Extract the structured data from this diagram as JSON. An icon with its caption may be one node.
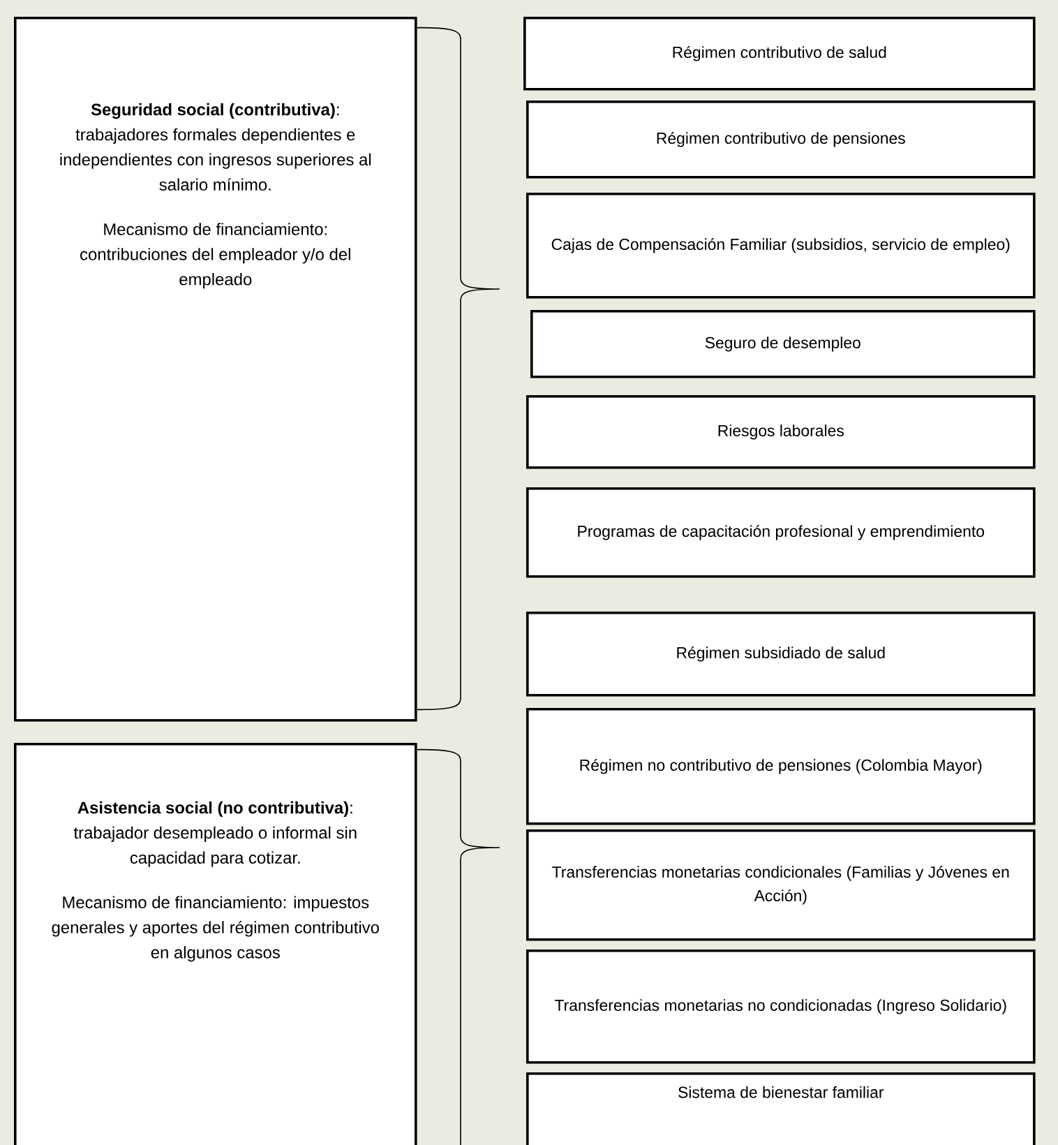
{
  "diagram": {
    "nodes": [
      {
        "text": [
          "**Seguridad social (contributiva)**: trabajadores formales dependientes e independientes con ingresos superiores al salario mínimo.",
          "Mecanismo de financiamiento: contribuciones del empleador y/o del empleado"
        ]
      },
      {
        "text": [
          "**Asistencia social (no contributiva)**: trabajador desempleado o informal sin capacidad para cotizar.",
          "Mecanismo de financiamiento: impuestos generales y aportes del régimen contributivo en algunos casos"
        ]
      },
      {
        "text": [
          "Régimen contributivo de salud"
        ]
      },
      {
        "text": [
          "Régimen contributivo de pensiones"
        ]
      },
      {
        "text": [
          "Cajas de Compensación Familiar (subsidios, servicio de empleo)"
        ]
      },
      {
        "text": [
          "Seguro de desempleo"
        ]
      },
      {
        "text": [
          "Riesgos laborales"
        ]
      },
      {
        "text": [
          "Programas de capacitación profesional y emprendimiento"
        ]
      },
      {
        "text": [
          "Régimen subsidiado de salud"
        ]
      },
      {
        "text": [
          "Régimen no contributivo de pensiones (Colombia Mayor)"
        ]
      },
      {
        "text": [
          "Transferencias monetarias condicionales (Familias y Jóvenes en Acción)"
        ]
      },
      {
        "text": [
          "Transferencias monetarias no condicionadas (Ingreso Solidario)"
        ]
      },
      {
        "text": [
          "Sistema de bienestar familiar"
        ]
      }
    ]
  }
}
